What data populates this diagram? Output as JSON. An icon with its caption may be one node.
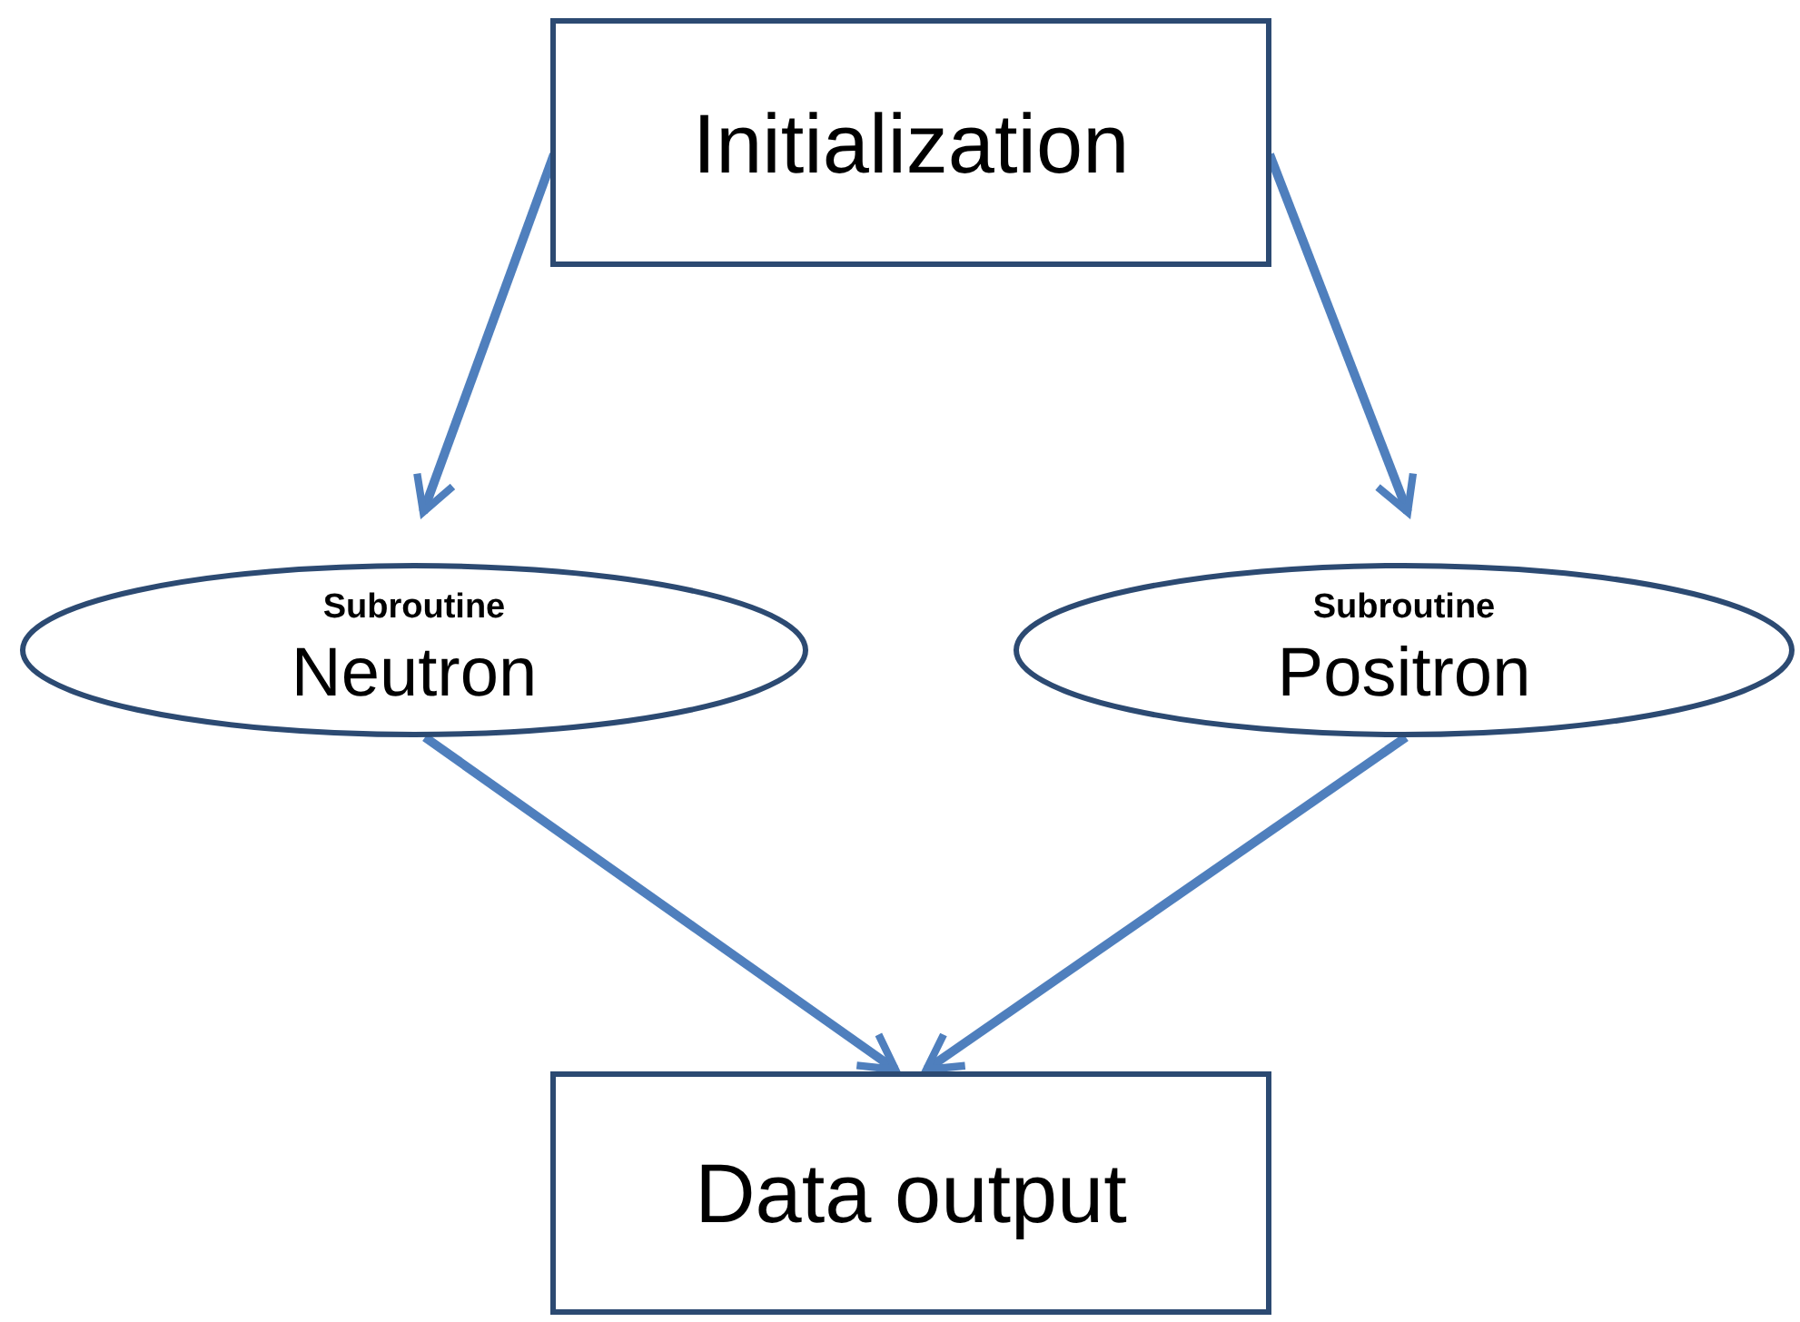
{
  "diagram": {
    "nodes": [
      {
        "text": [
          "Initialization"
        ]
      },
      {
        "text": [
          "Subroutine",
          "Neutron"
        ]
      },
      {
        "text": [
          "Subroutine",
          "Positron"
        ]
      },
      {
        "text": [
          "Data output"
        ]
      }
    ],
    "edges": [
      {
        "from": 0,
        "to": 1,
        "arrow": "to"
      },
      {
        "from": 0,
        "to": 2,
        "arrow": "to"
      },
      {
        "from": 1,
        "to": 3,
        "arrow": "to"
      },
      {
        "from": 2,
        "to": 3,
        "arrow": "to"
      }
    ]
  }
}
